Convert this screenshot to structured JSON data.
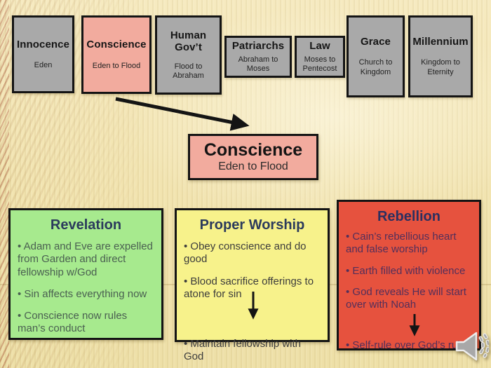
{
  "timeline": {
    "boxes": [
      {
        "title": "Innocence",
        "subtitle": "Eden"
      },
      {
        "title": "Conscience",
        "subtitle": "Eden to Flood"
      },
      {
        "title": "Human Gov’t",
        "subtitle": "Flood to Abraham"
      },
      {
        "title": "Patriarchs",
        "subtitle": "Abraham to Moses"
      },
      {
        "title": "Law",
        "subtitle": "Moses to Pentecost"
      },
      {
        "title": "Grace",
        "subtitle": "Church to Kingdom"
      },
      {
        "title": "Millennium",
        "subtitle": "Kingdom to Eternity"
      }
    ]
  },
  "focus_box": {
    "title": "Conscience",
    "subtitle": "Eden to Flood"
  },
  "panels": [
    {
      "title": "Revelation",
      "bullets": [
        "• Adam and Eve are expelled from Garden and direct fellowship w/God",
        "• Sin affects everything now",
        "• Conscience now rules man’s conduct"
      ]
    },
    {
      "title": "Proper Worship",
      "bullets": [
        "• Obey conscience and do good",
        "• Blood sacrifice offerings to atone for sin",
        "• Maintain fellowship with God"
      ]
    },
    {
      "title": "Rebellion",
      "bullets": [
        "• Cain’s rebellious heart and false worship",
        "• Earth filled with violence",
        "• God reveals He will start over with Noah",
        "• Self-rule over God’s rule"
      ]
    }
  ],
  "icons": {
    "audio": "speaker-icon"
  },
  "colors": {
    "background": "#f3e6b6",
    "box_gray": "#a9a9a9",
    "box_salmon": "#f2ab9e",
    "panel_green": "#a7ea8e",
    "panel_yellow": "#f7f28b",
    "panel_red": "#e6523e",
    "title_navy": "#2b3a5c",
    "green_text": "#4a6051",
    "red_text": "#532f5a",
    "border": "#141414"
  }
}
